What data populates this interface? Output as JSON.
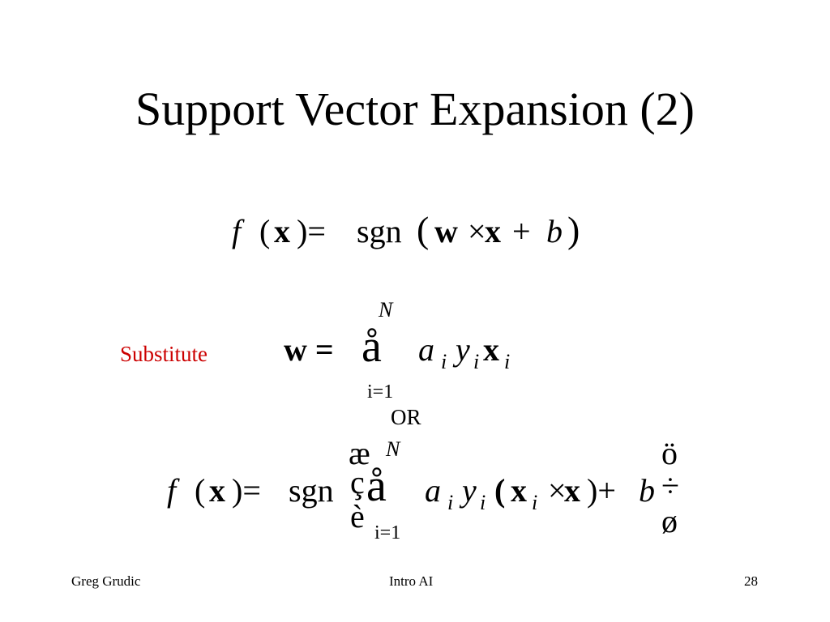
{
  "slide": {
    "title": "Support Vector Expansion (2)",
    "substitute_label": "Substitute",
    "or_label": "OR",
    "colors": {
      "accent": "#cc0000",
      "text": "#000000",
      "background": "#ffffff"
    }
  },
  "equation1": {
    "f": "f",
    "lparen": "(",
    "x": "x",
    "rparen_eq": ")=",
    "sgn": "sgn",
    "big_lparen": "(",
    "w": "w",
    "times": "×",
    "x2": "x",
    "plus": "+",
    "b": "b",
    "big_rparen": ")"
  },
  "equation2": {
    "w_eq": "w =",
    "sum_upper": "N",
    "sum_symbol": "å",
    "sum_lower": "i=1",
    "a": "a",
    "a_sub": "i",
    "y": "y",
    "y_sub": "i",
    "x": "x",
    "x_sub": "i"
  },
  "equation3": {
    "f": "f",
    "lparen": "(",
    "x": "x",
    "rparen_eq": ")=",
    "sgn": "sgn",
    "bracket_left_top": "æ",
    "bracket_left_mid": "ç",
    "bracket_left_bot": "è",
    "sum_upper": "N",
    "sum_symbol": "å",
    "sum_lower": "i=1",
    "a": "a",
    "a_sub": "i",
    "y": "y",
    "y_sub": "i",
    "inner_lparen": "(",
    "x_sub": "i",
    "times": "×",
    "x2": "x",
    "inner_rparen_plus": ")+",
    "b": "b",
    "bracket_right_top": "ö",
    "bracket_right_mid": "÷",
    "bracket_right_bot": "ø"
  },
  "footer": {
    "author": "Greg Grudic",
    "course": "Intro AI",
    "page_number": "28"
  }
}
